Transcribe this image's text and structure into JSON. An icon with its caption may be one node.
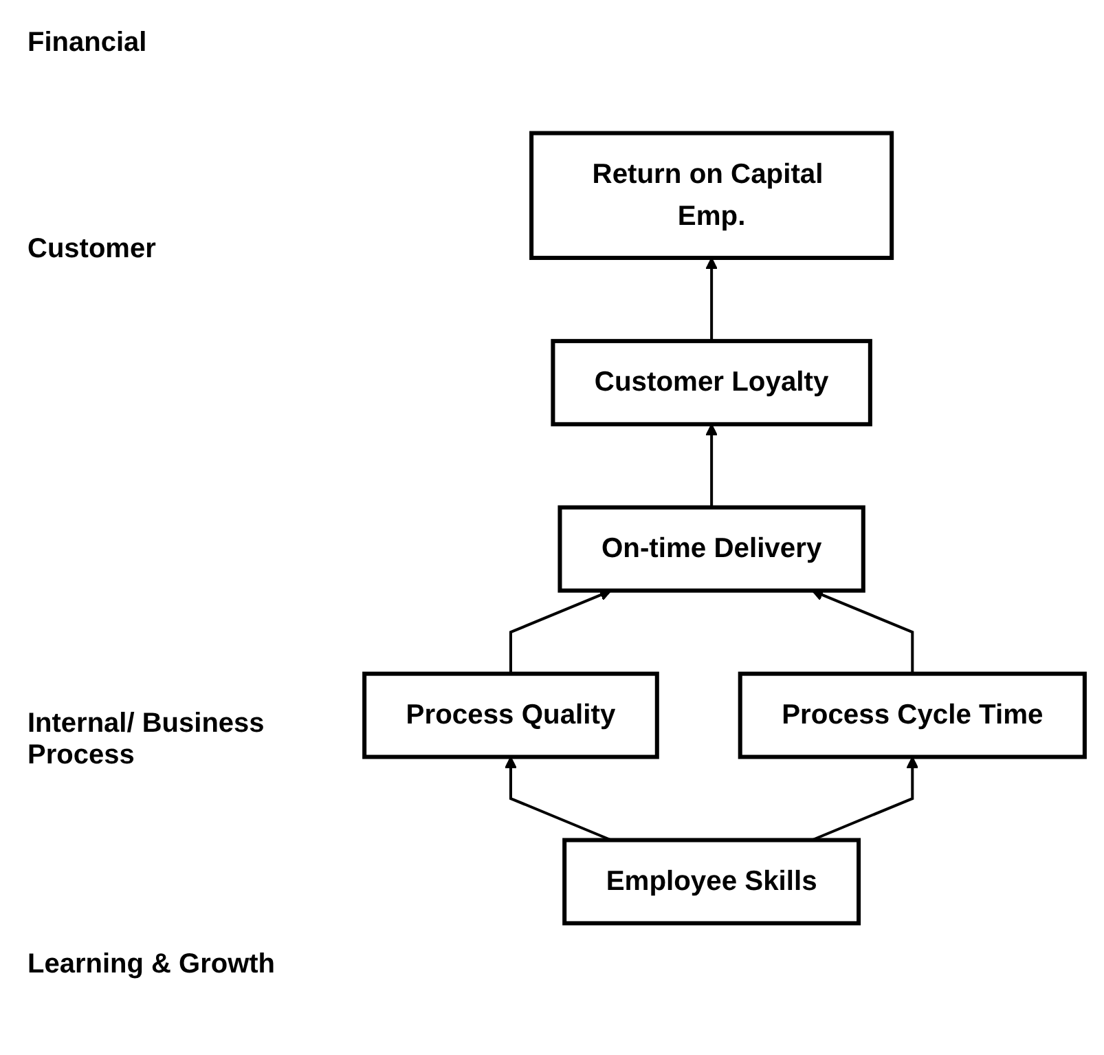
{
  "diagram": {
    "nodes": [
      {
        "text": [
          "Return on Capital Emp."
        ]
      },
      {
        "text": [
          "Customer Loyalty"
        ]
      },
      {
        "text": [
          "On-time Delivery"
        ]
      },
      {
        "text": [
          "Process Quality"
        ]
      },
      {
        "text": [
          "Process Cycle Time"
        ]
      },
      {
        "text": [
          "Employee Skills"
        ]
      }
    ],
    "edges": [
      {
        "from": 1,
        "to": 0,
        "arrow": "to"
      },
      {
        "from": 2,
        "to": 1,
        "arrow": "to"
      },
      {
        "from": 3,
        "to": 2,
        "arrow": "to"
      },
      {
        "from": 4,
        "to": 2,
        "arrow": "to"
      },
      {
        "from": 5,
        "to": 3,
        "arrow": "to"
      },
      {
        "from": 5,
        "to": 4,
        "arrow": "to"
      }
    ],
    "labels": [
      "Financial",
      "Customer",
      "Internal/ Business Process",
      "Learning & Growth"
    ]
  }
}
